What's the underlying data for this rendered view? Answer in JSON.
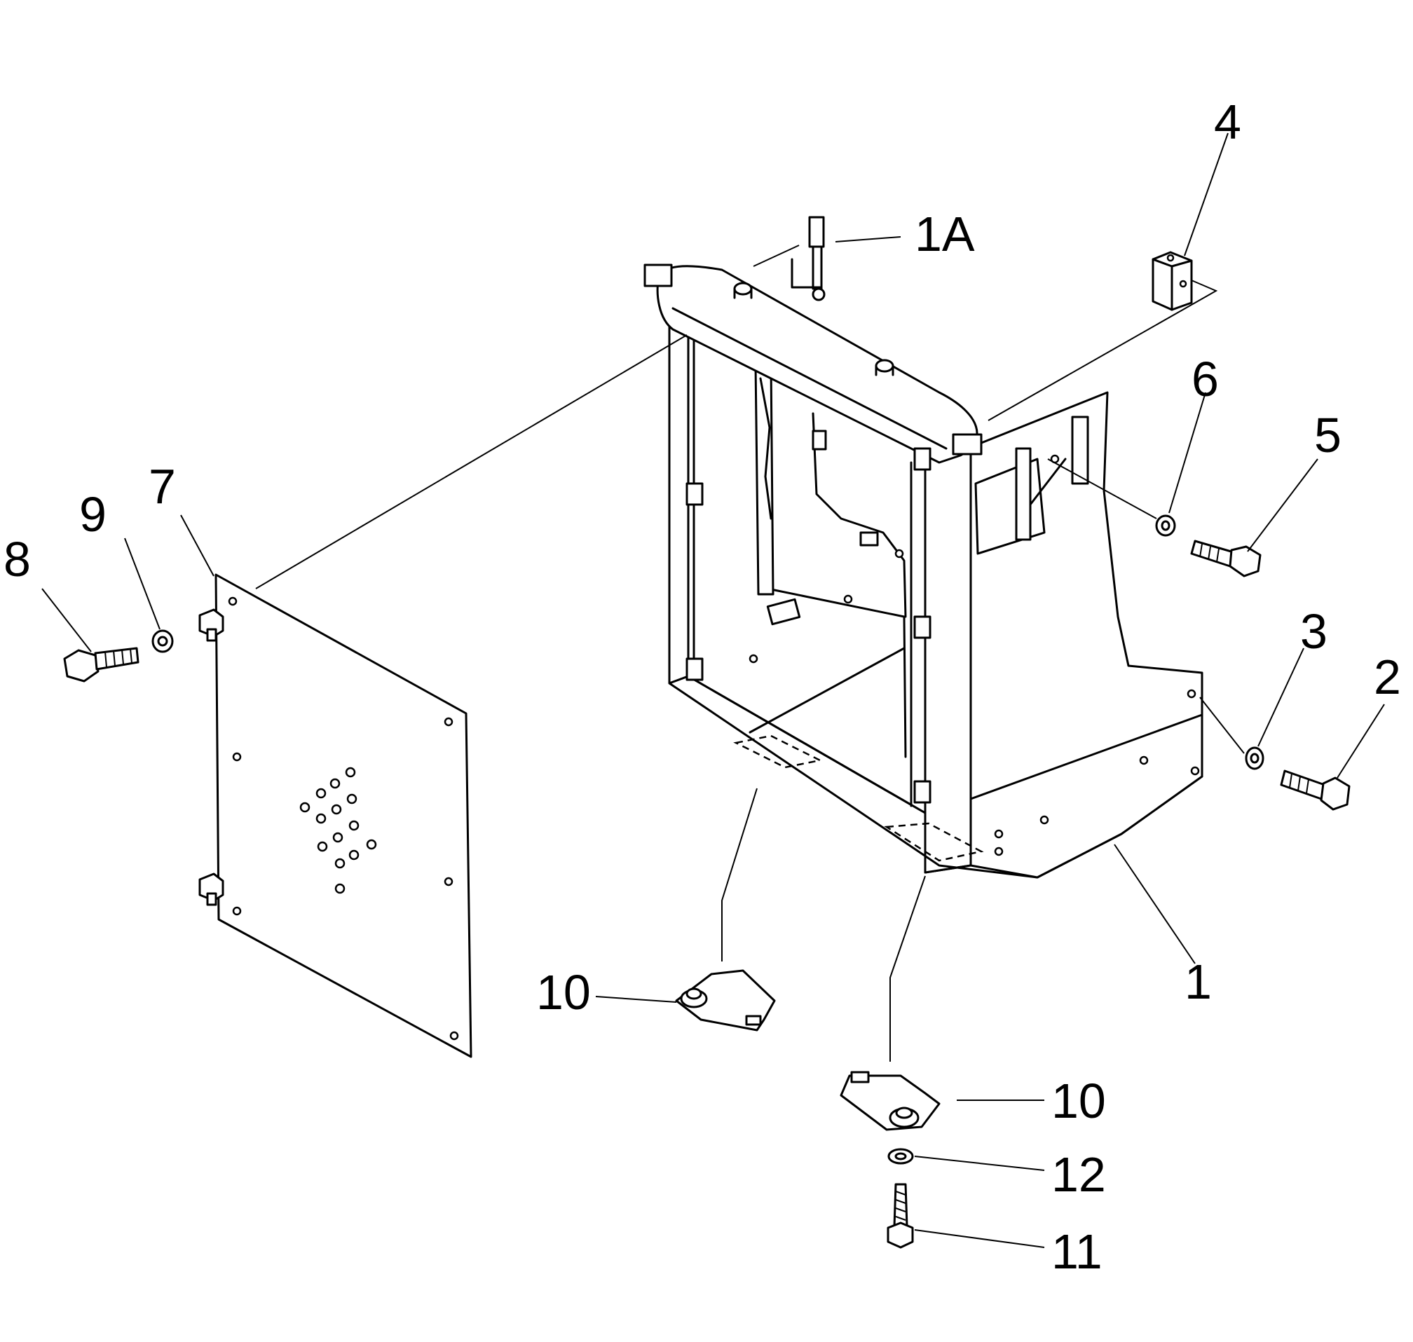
{
  "diagram": {
    "callouts": [
      {
        "id": "callout-1a",
        "text": "1A"
      },
      {
        "id": "callout-4",
        "text": "4"
      },
      {
        "id": "callout-6",
        "text": "6"
      },
      {
        "id": "callout-5",
        "text": "5"
      },
      {
        "id": "callout-3",
        "text": "3"
      },
      {
        "id": "callout-2",
        "text": "2"
      },
      {
        "id": "callout-7",
        "text": "7"
      },
      {
        "id": "callout-9",
        "text": "9"
      },
      {
        "id": "callout-8",
        "text": "8"
      },
      {
        "id": "callout-1",
        "text": "1"
      },
      {
        "id": "callout-10-left",
        "text": "10"
      },
      {
        "id": "callout-10-right",
        "text": "10"
      },
      {
        "id": "callout-12",
        "text": "12"
      },
      {
        "id": "callout-11",
        "text": "11"
      }
    ]
  }
}
